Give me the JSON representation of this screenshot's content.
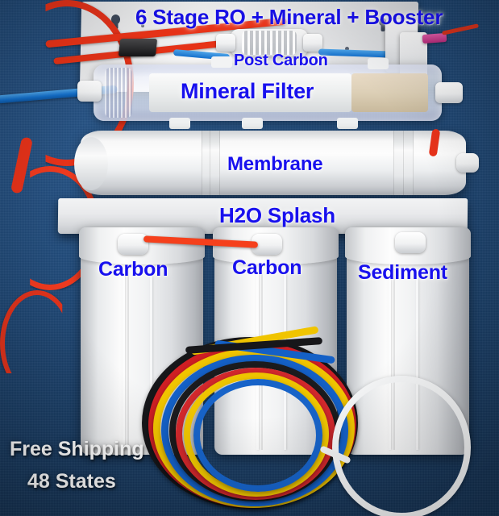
{
  "product": {
    "title": "6 Stage RO + Mineral + Booster",
    "background_color": "#1f4876",
    "label_color": "#1810ee",
    "shipping_text_color": "#fdfdfd"
  },
  "labels": {
    "title": "6 Stage RO + Mineral + Booster",
    "post_carbon": "Post Carbon",
    "mineral_filter": "Mineral Filter",
    "membrane": "Membrane",
    "h2o_splash": "H2O Splash",
    "carbon_left": "Carbon",
    "carbon_middle": "Carbon",
    "sediment": "Sediment"
  },
  "shipping": {
    "line1": "Free Shipping",
    "line2": "48 States"
  },
  "components": {
    "stages": [
      {
        "name": "Sediment",
        "type": "vertical-housing",
        "position": "bottom-right"
      },
      {
        "name": "Carbon",
        "type": "vertical-housing",
        "position": "bottom-middle"
      },
      {
        "name": "Carbon",
        "type": "vertical-housing",
        "position": "bottom-left"
      },
      {
        "name": "Membrane",
        "type": "horizontal-housing",
        "position": "middle"
      },
      {
        "name": "Post Carbon",
        "type": "inline-cartridge",
        "position": "top"
      },
      {
        "name": "Mineral Filter",
        "type": "clear-cartridge",
        "position": "upper"
      }
    ],
    "tubing_colors": [
      "#1a1a1a",
      "#d81f24",
      "#1560c4",
      "#f2c400",
      "#f5f5f5"
    ],
    "feed_tube_color": "#ef3418",
    "product_tube_color": "#1f7fd8",
    "booster_connector_color": "#c23a86"
  }
}
